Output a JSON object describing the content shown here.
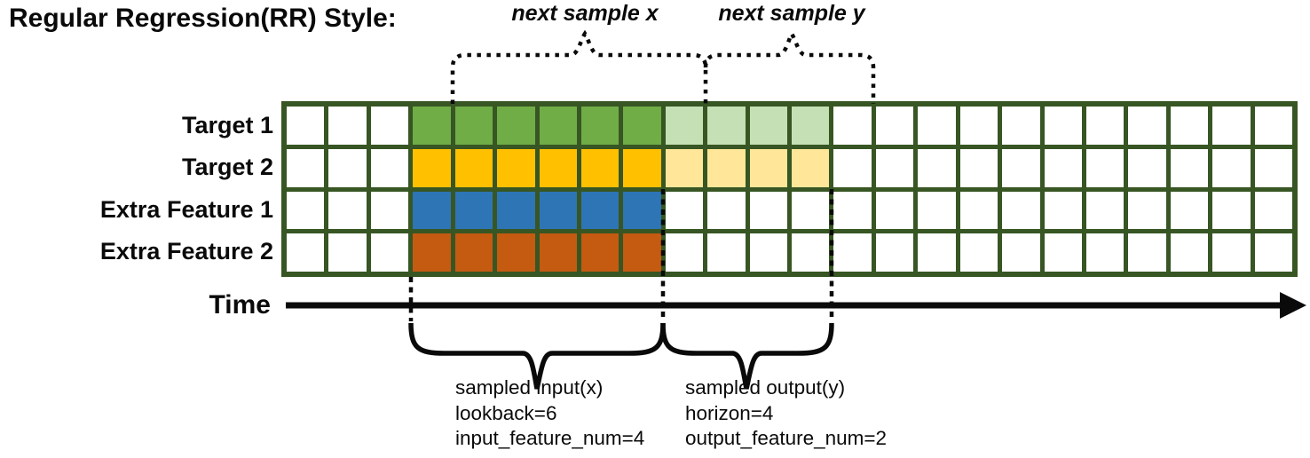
{
  "title": "Regular Regression(RR) Style:",
  "top_labels": {
    "next_x": "next sample x",
    "next_y": "next sample y"
  },
  "rows": [
    {
      "label": "Target 1",
      "input_color": "#70ad47",
      "output_color": "#c5e0b4"
    },
    {
      "label": "Target 2",
      "input_color": "#ffc000",
      "output_color": "#ffe699"
    },
    {
      "label": "Extra Feature 1",
      "input_color": "#2e75b6",
      "output_color": null
    },
    {
      "label": "Extra Feature 2",
      "input_color": "#c55a11",
      "output_color": null
    }
  ],
  "grid": {
    "columns": 24,
    "input_start_col": 3,
    "lookback": 6,
    "horizon": 4,
    "border_color": "#375623",
    "empty_cell_color": "#ffffff"
  },
  "time_label": "Time",
  "annotations": {
    "input": [
      "sampled input(x)",
      "lookback=6",
      "input_feature_num=4"
    ],
    "output": [
      "sampled output(y)",
      "horizon=4",
      "output_feature_num=2"
    ]
  }
}
